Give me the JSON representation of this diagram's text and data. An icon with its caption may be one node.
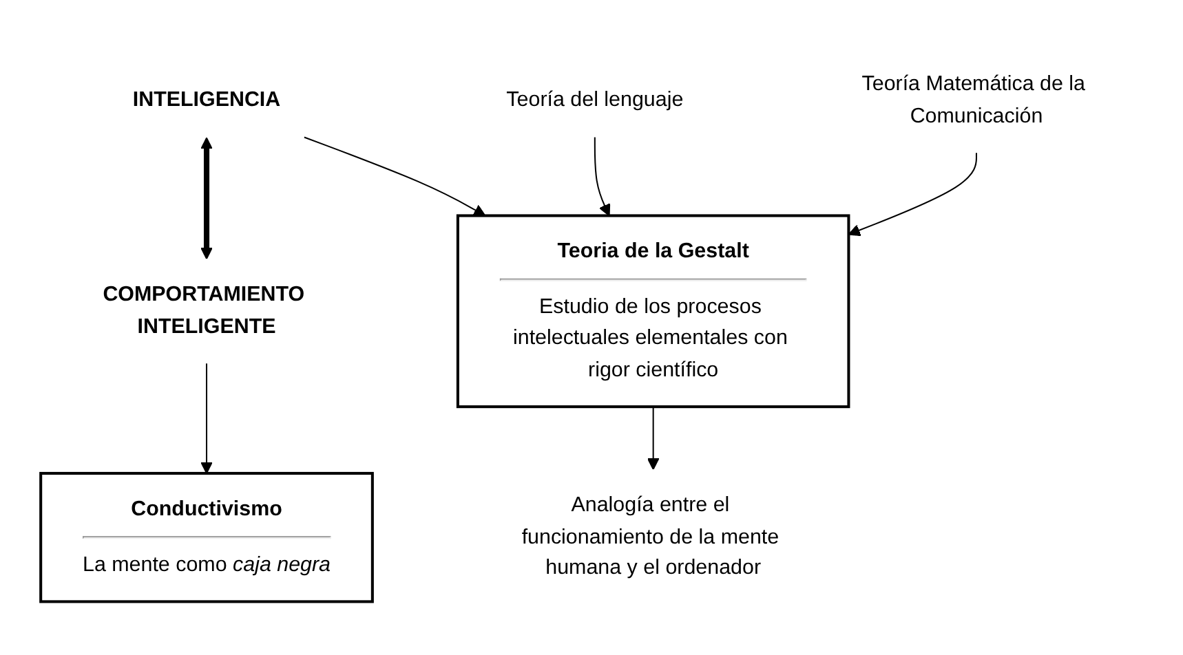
{
  "diagram": {
    "nodes": [
      {
        "text": [
          "INTELIGENCIA"
        ]
      },
      {
        "text": [
          "COMPORTAMIENTO INTELIGENTE"
        ]
      },
      {
        "text": [
          "Teoria de la Gestalt",
          "Estudio de los procesos intelectuales elementales con rigor científico"
        ]
      },
      {
        "text": [
          "Conductivismo",
          "La mente como *caja negra*"
        ]
      },
      {
        "text": [
          "Teoría del lenguaje"
        ]
      },
      {
        "text": [
          "Teoría Matemática de la Comunicación"
        ]
      },
      {
        "text": [
          "Analogía entre el funcionamiento de la mente humana y el ordenador"
        ]
      }
    ],
    "edges": [
      {
        "from": 0,
        "to": 1,
        "arrow": "both",
        "style": "thick"
      },
      {
        "from": 0,
        "to": 2,
        "arrow": "to"
      },
      {
        "from": 1,
        "to": 3,
        "arrow": "to"
      },
      {
        "from": 4,
        "to": 2,
        "arrow": "to"
      },
      {
        "from": 5,
        "to": 2,
        "arrow": "to"
      },
      {
        "from": 2,
        "to": 6,
        "arrow": "to"
      }
    ]
  }
}
